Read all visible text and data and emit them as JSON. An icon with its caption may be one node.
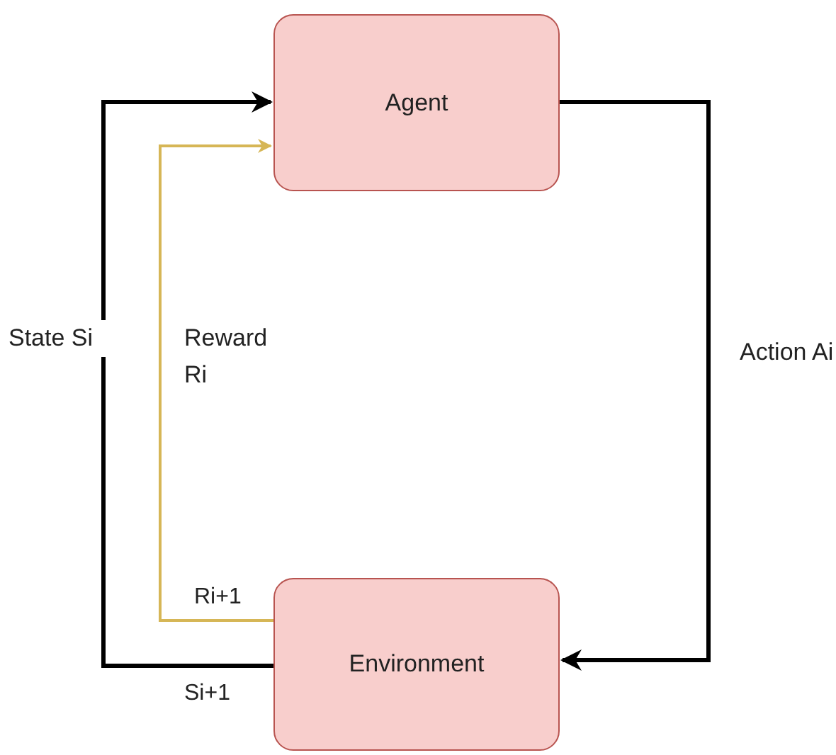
{
  "diagram": {
    "nodes": [
      {
        "text": [
          "Agent"
        ]
      },
      {
        "text": [
          "Environment"
        ]
      }
    ],
    "edges": [
      {
        "from": 1,
        "to": 0,
        "arrow": "to",
        "label": "State Si"
      },
      {
        "from": 1,
        "to": 0,
        "arrow": "to",
        "label": "Reward Ri",
        "color": "#d6b656"
      },
      {
        "from": 0,
        "to": 1,
        "arrow": "to",
        "label": "Action Ai"
      }
    ],
    "labels": [
      "Ri+1",
      "Si+1"
    ]
  }
}
